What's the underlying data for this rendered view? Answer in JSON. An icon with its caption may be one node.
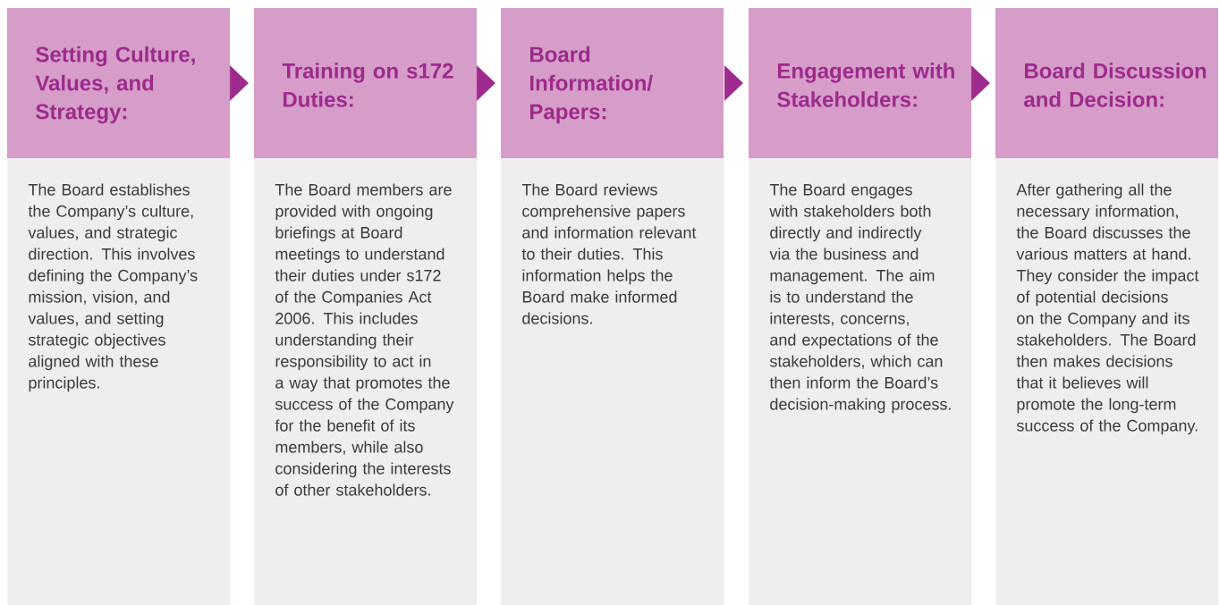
{
  "diagram": {
    "nodes": [
      {
        "text": [
          "Setting Culture, Values, and Strategy:",
          "The Board establishes the Company’s culture, values, and strategic direction. This involves defining the Company’s mission, vision, and values, and setting strategic objectives aligned with these principles."
        ]
      },
      {
        "text": [
          "Training on s172 Duties:",
          "The Board members are provided with ongoing briefings at Board meetings to understand their duties under s172 of the Companies Act 2006. This includes understanding their responsibility to act in a way that promotes the success of the Company for the benefit of its members, while also considering the interests of other stakeholders."
        ]
      },
      {
        "text": [
          "Board Information/ Papers:",
          "The Board reviews comprehensive papers and information relevant to their duties. This information helps the Board make informed decisions."
        ]
      },
      {
        "text": [
          "Engagement with Stakeholders:",
          "The Board engages with stakeholders both directly and indirectly via the business and management. The aim is to understand the interests, concerns, and expectations of the stakeholders, which can then inform the Board’s decision-making process."
        ]
      },
      {
        "text": [
          "Board Discussion and Decision:",
          "After gathering all the necessary information, the Board discusses the various matters at hand. They consider the impact of potential decisions on the Company and its stakeholders. The Board then makes decisions that it believes will promote the long-term success of the Company."
        ]
      }
    ],
    "edges": [
      {
        "from": 0,
        "to": 1,
        "arrow": "to"
      },
      {
        "from": 1,
        "to": 2,
        "arrow": "to"
      },
      {
        "from": 2,
        "to": 3,
        "arrow": "to"
      },
      {
        "from": 3,
        "to": 4,
        "arrow": "to"
      }
    ]
  }
}
